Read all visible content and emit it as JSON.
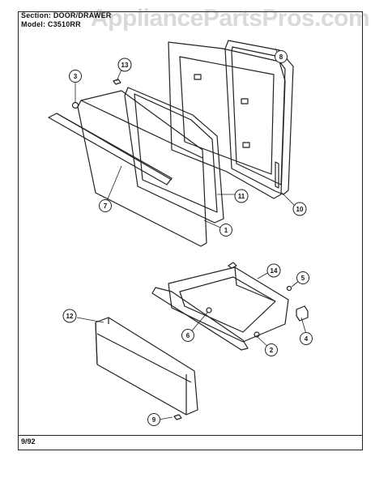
{
  "header": {
    "section_label": "Section:",
    "section_value": "DOOR/DRAWER",
    "model_label": "Model:",
    "model_value": "C3510RR"
  },
  "watermark": "AppliancePartsPros.com",
  "footer": {
    "date": "9/92"
  },
  "callouts": [
    "1",
    "2",
    "3",
    "4",
    "5",
    "6",
    "7",
    "8",
    "9",
    "10",
    "11",
    "12",
    "13",
    "14"
  ]
}
